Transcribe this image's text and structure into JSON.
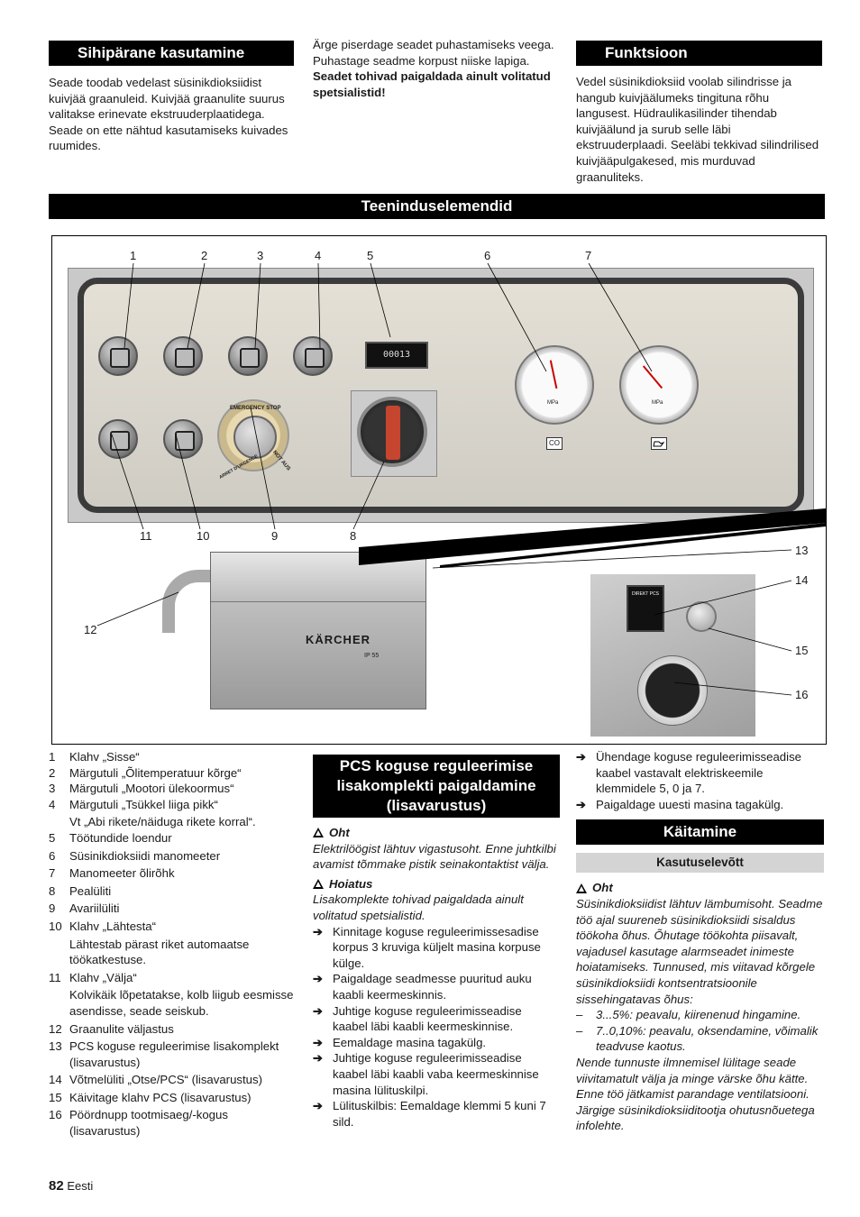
{
  "col1": {
    "heading": "Sihipärane kasutamine",
    "p1": "Seade toodab vedelast süsinikdioksiidist kuivjää graanuleid. Kuivjää graanulite suurus valitakse erinevate ekstruuderplaatidega.",
    "p2": "Seade on ette nähtud kasutamiseks kuivades ruumides."
  },
  "col2": {
    "p1": "Ärge piserdage seadet puhastamiseks veega. Puhastage seadme korpust niiske lapiga.",
    "p2": "Seadet tohivad paigaldada ainult volitatud spetsialistid!"
  },
  "col3": {
    "heading": "Funktsioon",
    "p1": "Vedel süsinikdioksiid voolab silindrisse ja hangub kuivjäälumeks tingituna rõhu langusest. Hüdraulikasilinder tihendab kuivjäälund ja surub selle läbi ekstruuderplaadi. Seeläbi tekkivad silindrilised kuivjääpulgakesed, mis murduvad graanuliteks."
  },
  "section_heading": "Teeninduselemendid",
  "figure": {
    "callouts_top": [
      "1",
      "2",
      "3",
      "4",
      "5",
      "6",
      "7"
    ],
    "callouts_bottom": [
      "11",
      "10",
      "9",
      "8"
    ],
    "callouts_right": [
      "13",
      "14",
      "15",
      "16"
    ],
    "callout_left": "12",
    "counter_value": "00013",
    "gauge1_tag": "CO",
    "gauge2_tag": "",
    "estop_text": "EMERGENCY STOP",
    "estop_text2": "NOT AUS",
    "estop_text3": "ARRET D'URGENCE",
    "gauge_unit": "MPa",
    "machine_logo": "KÄRCHER",
    "machine_model": "IP 55",
    "switch_labels": "DIREKT  PCS"
  },
  "legend": {
    "items": [
      {
        "n": "1",
        "t": "Klahv „Sisse“"
      },
      {
        "n": "2",
        "t": "Märgutuli „Õlitemperatuur kõrge“"
      },
      {
        "n": "3",
        "t": "Märgutuli „Mootori ülekoormus“"
      },
      {
        "n": "4",
        "t": "Märgutuli „Tsükkel liiga pikk“",
        "sub": "Vt „Abi rikete/näiduga rikete korral“."
      },
      {
        "n": "5",
        "t": "Töötundide loendur"
      },
      {
        "n": "6",
        "t": "Süsinikdioksiidi manomeeter"
      },
      {
        "n": "7",
        "t": "Manomeeter õlirõhk"
      },
      {
        "n": "8",
        "t": "Pealüliti"
      },
      {
        "n": "9",
        "t": "Avariilüliti"
      },
      {
        "n": "10",
        "t": "Klahv „Lähtesta“",
        "sub": "Lähtestab pärast riket automaatse töökatkestuse."
      },
      {
        "n": "11",
        "t": "Klahv „Välja“",
        "sub": "Kolvikäik lõpetatakse, kolb liigub eesmisse asendisse, seade seiskub."
      },
      {
        "n": "12",
        "t": "Graanulite väljastus"
      },
      {
        "n": "13",
        "t": "PCS koguse reguleerimise lisakomplekt (lisavarustus)"
      },
      {
        "n": "14",
        "t": "Võtmelüliti „Otse/PCS“ (lisavarustus)"
      },
      {
        "n": "15",
        "t": "Käivitage klahv PCS (lisavarustus)"
      },
      {
        "n": "16",
        "t": " Pöördnupp tootmisaeg/-kogus (lisavarustus)"
      }
    ]
  },
  "pcs": {
    "heading_l1": "PCS koguse reguleerimise",
    "heading_l2": "lisakomplekti paigaldamine",
    "heading_l3": "(lisavarustus)",
    "warn1_label": "Oht",
    "warn1_text": "Elektrilöögist lähtuv vigastusoht. Enne juhtkilbi avamist tõmmake pistik seinakontaktist välja.",
    "warn2_label": "Hoiatus",
    "warn2_text": "Lisakomplekte tohivad paigaldada ainult volitatud spetsialistid.",
    "steps": [
      "Kinnitage koguse reguleerimissesadise korpus 3 kruviga küljelt masina korpuse külge.",
      "Paigaldage seadmesse puuritud auku kaabli keermeskinnis.",
      "Juhtige koguse reguleerimisseadise kaabel läbi kaabli keermeskinnise.",
      "Eemaldage masina tagakülg.",
      "Juhtige koguse reguleerimisseadise kaabel läbi kaabli vaba keermeskinnise masina lülituskilpi.",
      "Lülituskilbis: Eemaldage klemmi 5 kuni 7 sild."
    ]
  },
  "col3b": {
    "steps": [
      "Ühendage koguse reguleerimisseadise kaabel vastavalt elektriskeemile klemmidele 5, 0 ja 7.",
      "Paigaldage uuesti masina tagakülg."
    ],
    "heading": "Käitamine",
    "subheading": "Kasutuselevõtt",
    "warn_label": "Oht",
    "warn_text": "Süsinikdioksiidist lähtuv lämbumisoht. Seadme töö ajal suureneb süsinikdioksiidi sisaldus töökoha õhus. Õhutage töökohta piisavalt, vajadusel kasutage alarmseadet inimeste hoiatamiseks. Tunnused, mis viitavad kõrgele süsinikdioksiidi kontsentratsioonile sissehingatavas õhus:",
    "dashes": [
      "3...5%: peavalu, kiirenenud hingamine.",
      "7..0,10%: peavalu, oksendamine, võimalik teadvuse kaotus."
    ],
    "tail1": "Nende tunnuste ilmnemisel lülitage seade viivitamatult välja ja minge värske õhu kätte. Enne töö jätkamist parandage ventilatsiooni.",
    "tail2": "Järgige süsinikdioksiiditootja ohutusnõuetega infolehte."
  },
  "footer": {
    "page": "82",
    "lang": "Eesti"
  }
}
